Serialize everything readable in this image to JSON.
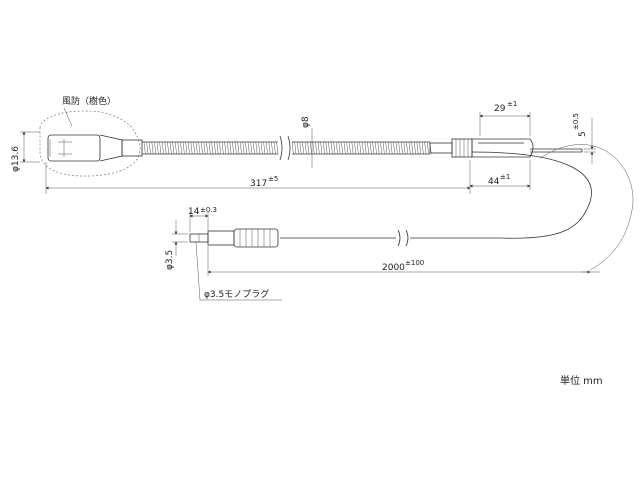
{
  "labels": {
    "windscreen": "風防（樹色）",
    "dia_mic": "φ13.6",
    "dia_neck": "φ8",
    "len_neck_main": "317",
    "len_neck_tol": "±5",
    "len_holder_main": "29",
    "len_holder_tol": "±1",
    "len_clip_main": "44",
    "len_clip_tol": "±1",
    "thick_clip_main": "5",
    "thick_clip_tol": "±0.5",
    "plug_tip_main": "14",
    "plug_tip_tol": "±0.3",
    "dia_plug": "φ3.5",
    "len_cable_main": "2000",
    "len_cable_tol": "±100",
    "plug_name": "φ3.5モノプラグ",
    "unit": "単位 mm"
  }
}
